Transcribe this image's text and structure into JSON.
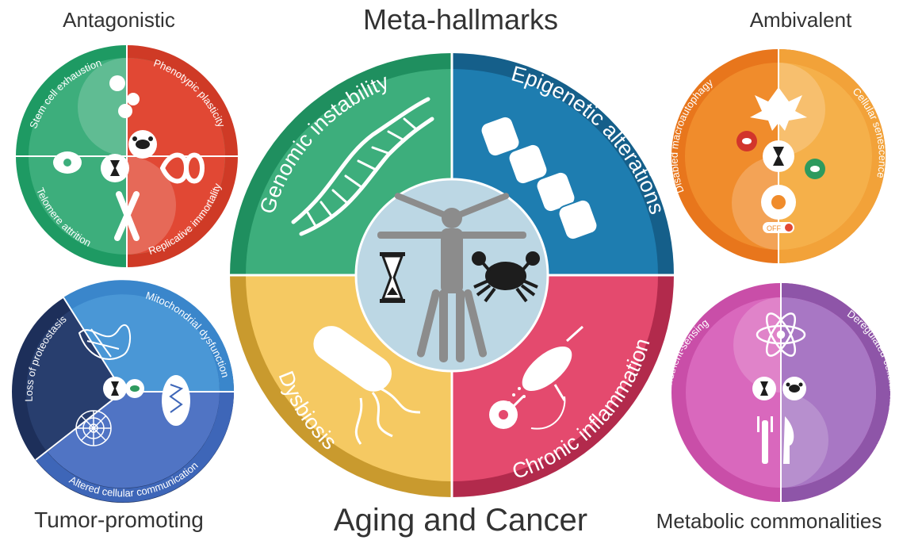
{
  "titles": {
    "antagonistic": "Antagonistic",
    "meta": "Meta-hallmarks",
    "ambivalent": "Ambivalent",
    "tumor": "Tumor-promoting",
    "aging": "Aging and Cancer",
    "metabolic": "Metabolic commonalities"
  },
  "meta_circle": {
    "genomic": "Genomic instability",
    "epigenetic": "Epigenetic alterations",
    "dysbiosis": "Dysbiosis",
    "inflammation": "Chronic inflammation"
  },
  "antagonistic_circle": {
    "stem": "Stem cell exhaustion",
    "phenotypic": "Phenotypic plasticity",
    "telomere": "Telomere attrition",
    "replicative": "Replicative immortality"
  },
  "ambivalent_circle": {
    "macroautophagy": "Disabled macroautophagy",
    "senescence": "Cellular senescence",
    "off": "OFF"
  },
  "tumor_circle": {
    "proteostasis": "Loss of proteostasis",
    "mitochondrial": "Mitochondrial dysfunction",
    "communication": "Altered cellular communication"
  },
  "metabolic_circle": {
    "nutrient": "Deregulated nutrient-sensing",
    "cellular_metabolism": "Deregulated cellular metabolism"
  },
  "colors": {
    "green": "#3dae7c",
    "blue": "#1e7db0",
    "yellow": "#f2c55c",
    "pink": "#e24569",
    "red": "#e14834",
    "orange": "#f08c2c",
    "navy": "#283e6e",
    "purple": "#a25fb4"
  }
}
